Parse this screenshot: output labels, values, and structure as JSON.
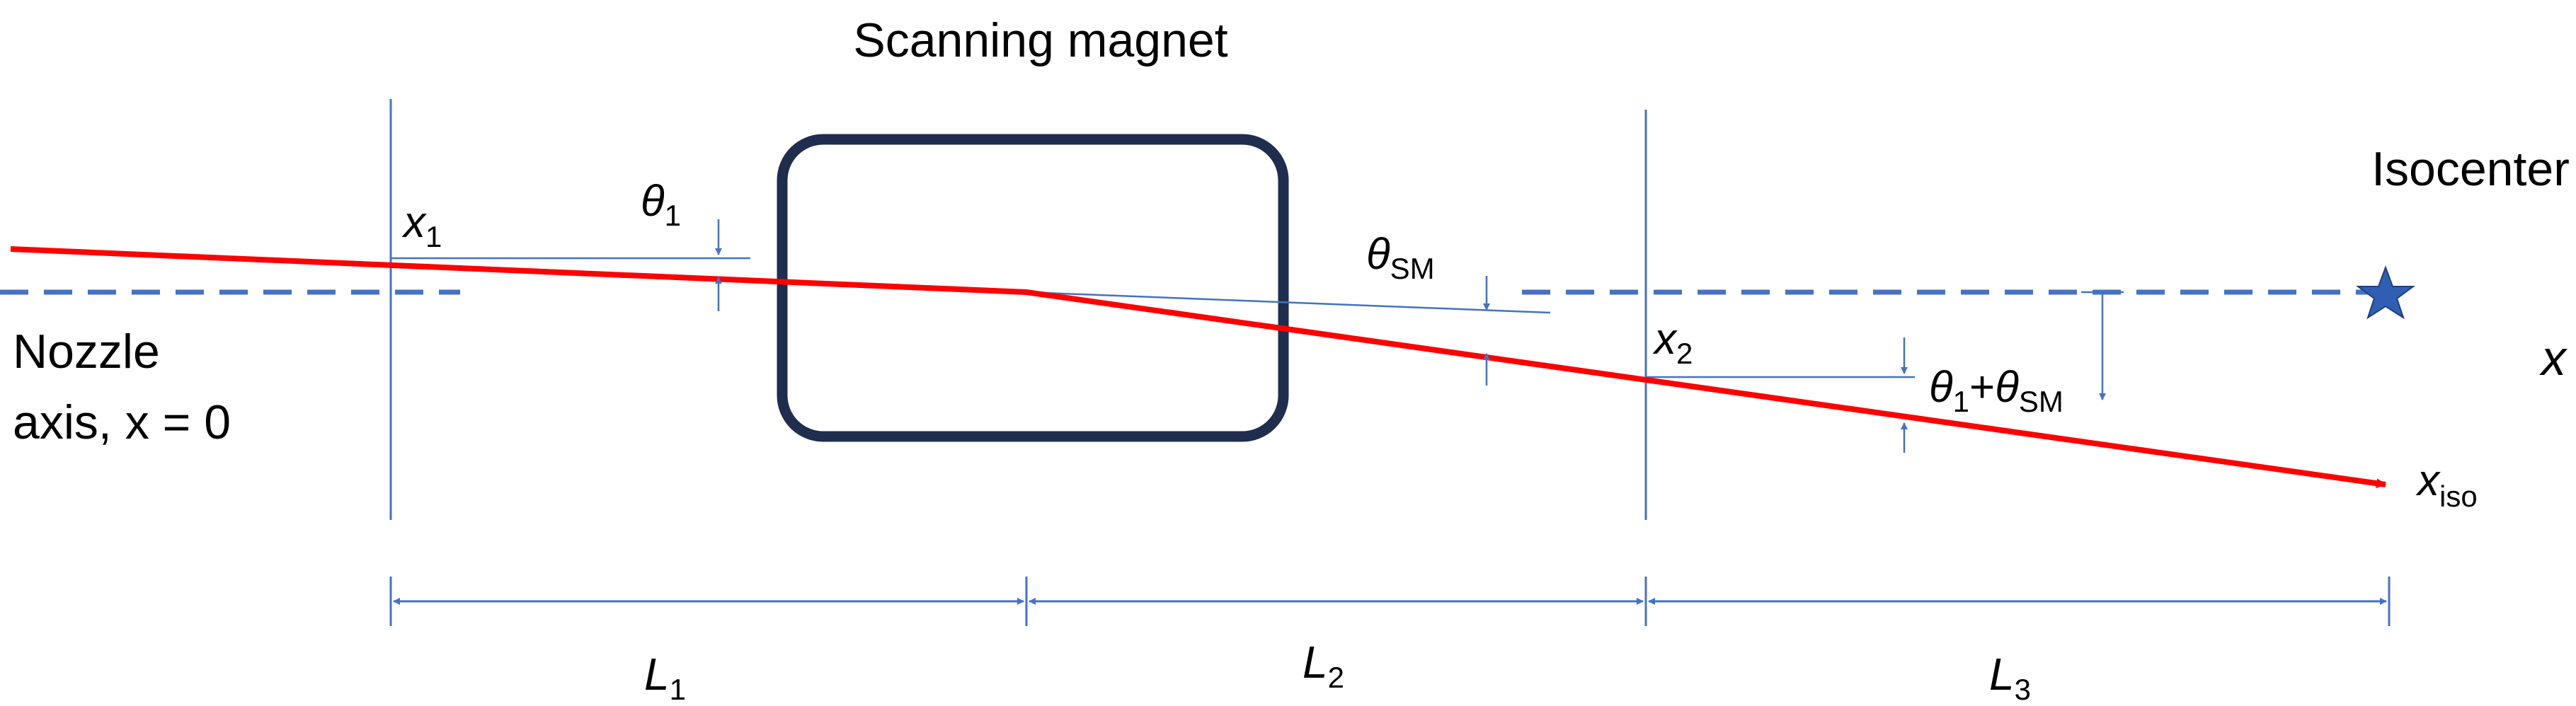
{
  "diagram": {
    "labels": {
      "scanning_magnet": "Scanning magnet",
      "isocenter": "Isocenter",
      "nozzle_line1": "Nozzle",
      "nozzle_line2": "axis, x = 0",
      "x1": {
        "main": "x",
        "sub": "1"
      },
      "x2": {
        "main": "x",
        "sub": "2"
      },
      "x_axis": "x",
      "x_iso": {
        "main": "x",
        "sub": "iso"
      },
      "theta1": {
        "main": "θ",
        "sub": "1"
      },
      "theta_sm": {
        "main": "θ",
        "sub": "SM"
      },
      "theta_sum": {
        "part1": "θ",
        "sub1": "1",
        "plus": "+",
        "part2": "θ",
        "sub2": "SM"
      },
      "L1": {
        "main": "L",
        "sub": "1"
      },
      "L2": {
        "main": "L",
        "sub": "2"
      },
      "L3": {
        "main": "L",
        "sub": "3"
      }
    },
    "colors": {
      "beam": "#ff0000",
      "magnet": "#1f2d4e",
      "guide": "#4472c4",
      "axis_dash": "#4472c4",
      "isocenter_star": "#2f5fb3"
    },
    "icons": {
      "isocenter_marker": "star-icon"
    }
  }
}
